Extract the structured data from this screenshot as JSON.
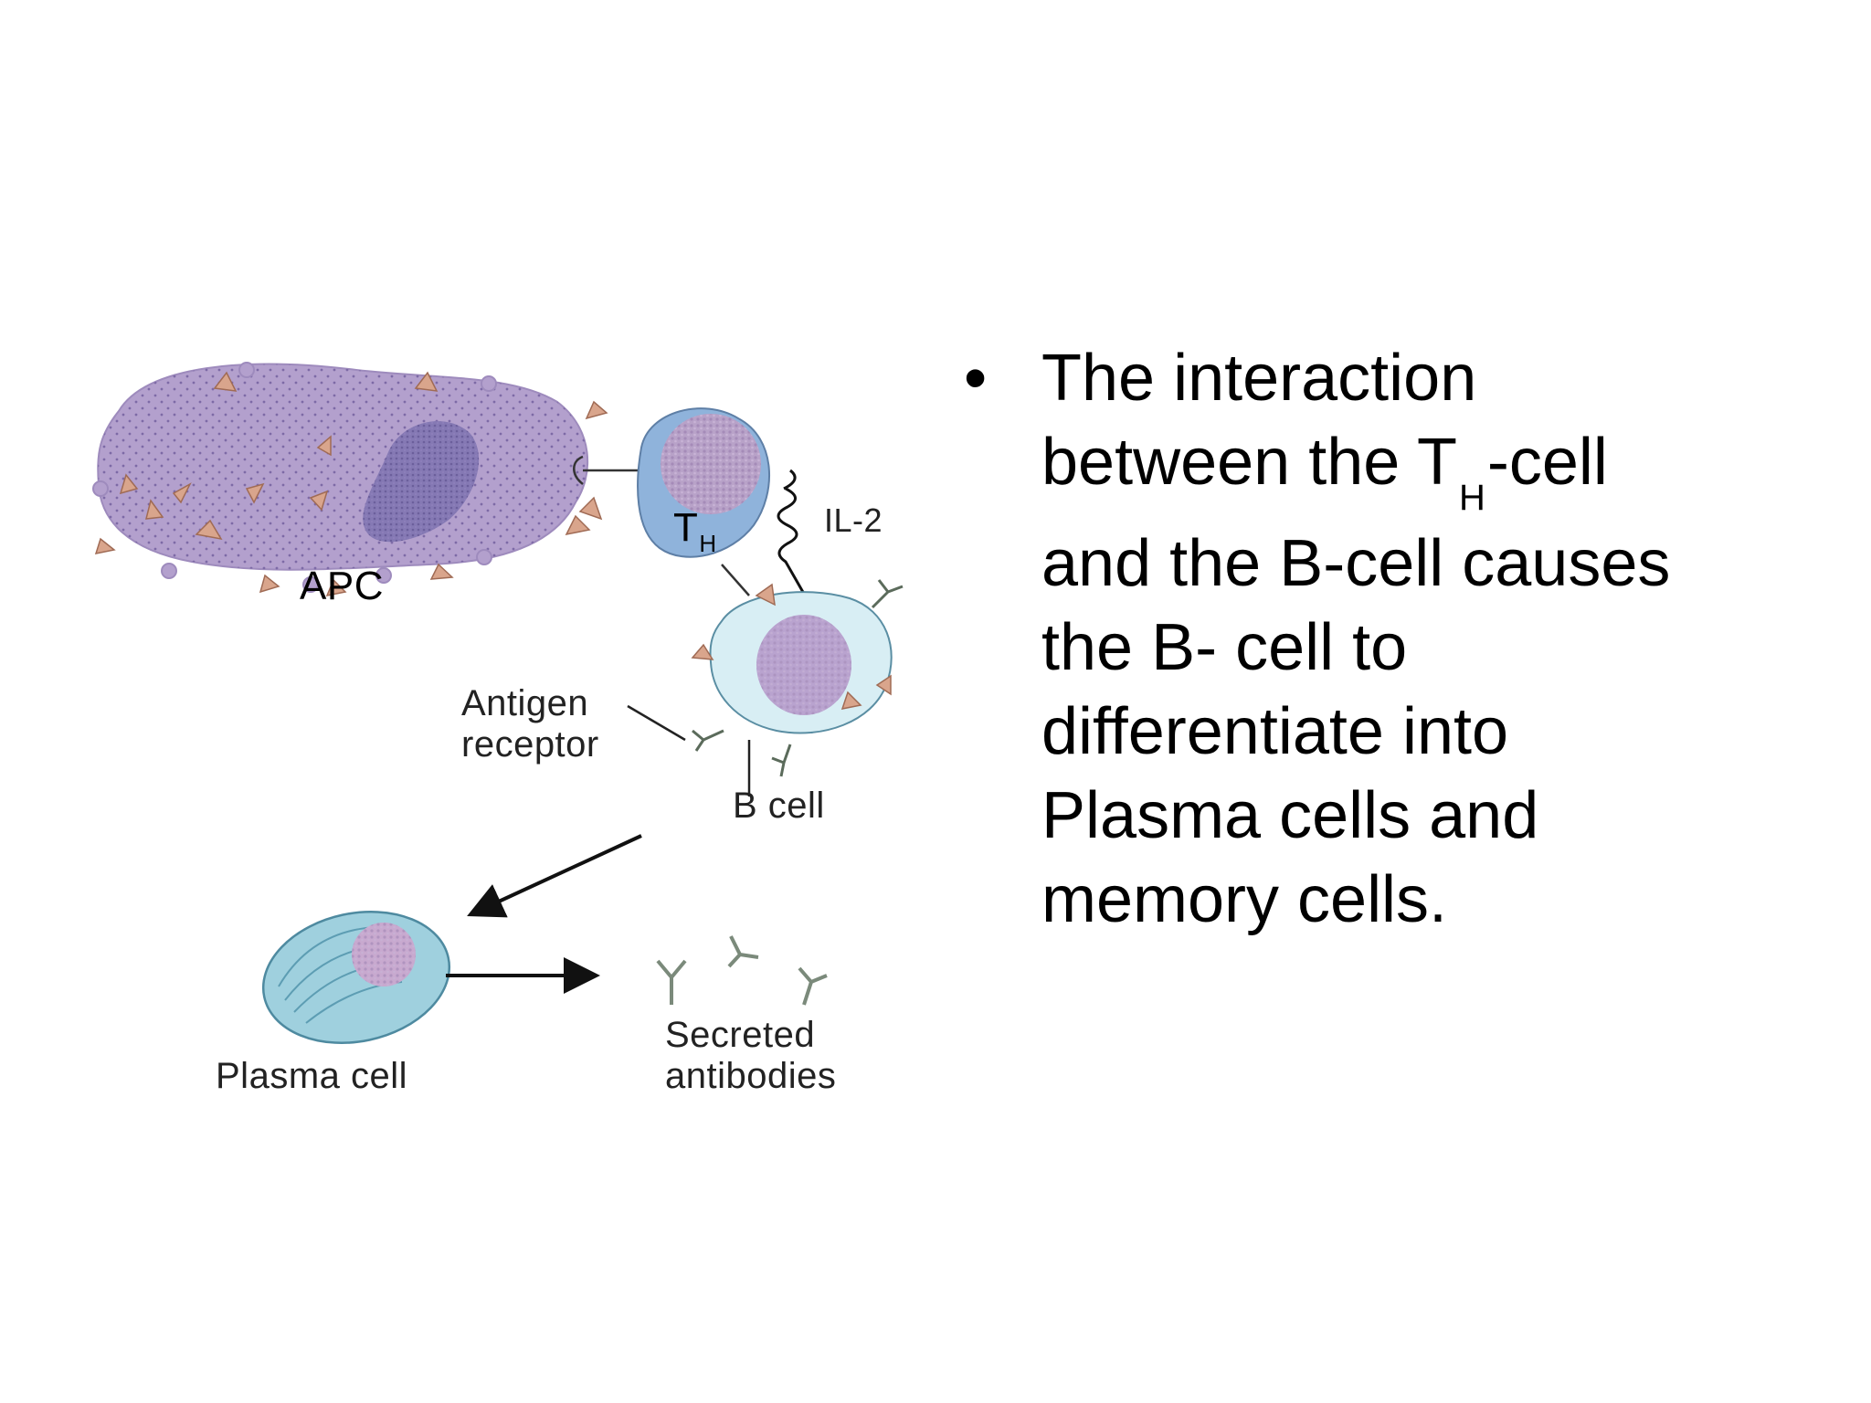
{
  "diagram": {
    "labels": {
      "apc": "APC",
      "th_main": "T",
      "th_sub": "H",
      "il2": "IL-2",
      "antigen_receptor_line1": "Antigen",
      "antigen_receptor_line2": "receptor",
      "b_cell": "B cell",
      "plasma_cell": "Plasma cell",
      "secreted_line1": "Secreted",
      "secreted_line2": "antibodies"
    },
    "colors": {
      "apc_fill": "#b3a0cd",
      "apc_nucleus": "#8579b4",
      "antigen": "#d9a58c",
      "th_fill": "#8fb3db",
      "th_nucleus": "#b8a2c8",
      "bcell_fill": "#d8eef4",
      "bcell_nucleus": "#b9a3cf",
      "plasma_fill": "#9fd0de",
      "antibody": "#8a9a8a"
    }
  },
  "bullet": {
    "line1": "The interaction",
    "line2_pre": "between the T",
    "line2_sub": "H",
    "line2_post": "-cell",
    "line3": "and the B-cell causes",
    "line4": "the B- cell to",
    "line5": "differentiate into",
    "line6": "Plasma cells and",
    "line7": "memory cells."
  }
}
